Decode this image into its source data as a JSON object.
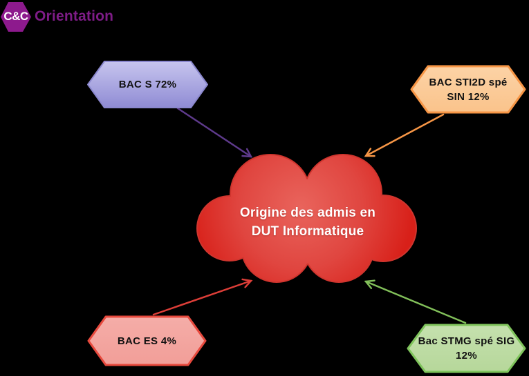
{
  "brand": {
    "badge_label": "C&C",
    "name": "Orientation",
    "badge_fill": "#8D1A8D",
    "badge_text_color": "#FFFFFF",
    "name_color": "#7E1C87"
  },
  "cloud": {
    "label_line1": "Origine des admis en",
    "label_line2": "DUT Informatique",
    "text_color": "#FFFFFF",
    "fill_center": "#E9645C",
    "fill_mid": "#E04640",
    "fill_edge": "#D82019",
    "stroke": "#D0352E"
  },
  "nodes": {
    "bac_s": {
      "label": "BAC S 72%",
      "fill_top": "#C7C5EE",
      "fill_bottom": "#8F8BD4",
      "stroke": "#8B88CE",
      "arrow_color": "#5E3A8C"
    },
    "sti2d": {
      "label_line1": "BAC STI2D spé",
      "label_line2": "SIN 12%",
      "fill_top": "#FCD3A6",
      "fill_bottom": "#FAC38B",
      "stroke": "#F79646",
      "arrow_color": "#F79646"
    },
    "bac_es": {
      "label": "BAC ES 4%",
      "fill_top": "#F5ADA8",
      "fill_bottom": "#F19E98",
      "stroke": "#E7493D",
      "arrow_color": "#DD3E38"
    },
    "stmg": {
      "label_line1": "Bac STMG spé SIG",
      "label_line2": "12%",
      "fill_top": "#C5E1AE",
      "fill_bottom": "#B6D79A",
      "stroke": "#7FC45C",
      "arrow_color": "#82C05A"
    }
  }
}
